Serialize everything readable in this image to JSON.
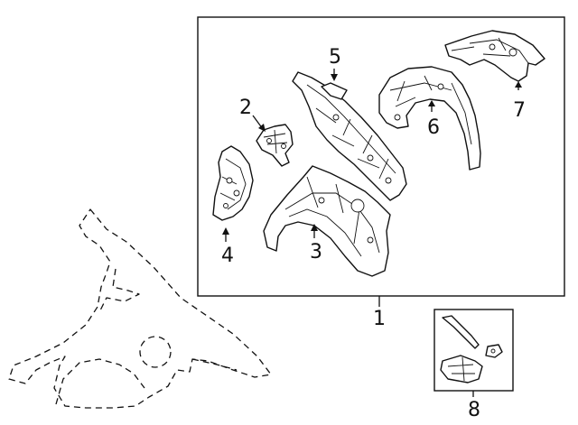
{
  "diagram": {
    "callouts": [
      {
        "id": "1",
        "label": "1"
      },
      {
        "id": "2",
        "label": "2"
      },
      {
        "id": "3",
        "label": "3"
      },
      {
        "id": "4",
        "label": "4"
      },
      {
        "id": "5",
        "label": "5"
      },
      {
        "id": "6",
        "label": "6"
      },
      {
        "id": "7",
        "label": "7"
      },
      {
        "id": "8",
        "label": "8"
      }
    ],
    "line_color": "#111111",
    "background": "#ffffff"
  }
}
